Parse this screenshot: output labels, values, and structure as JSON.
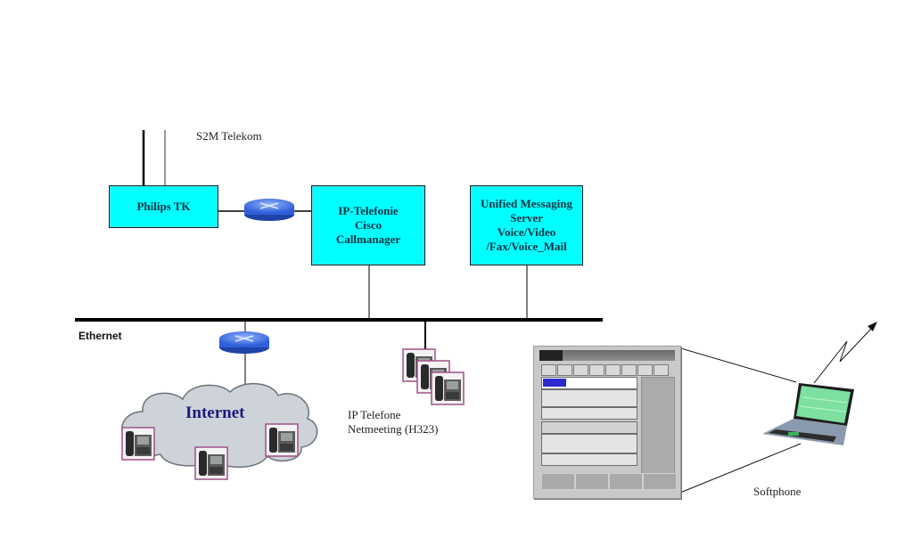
{
  "diagram": {
    "title_label": "S2M Telekom",
    "nodes": {
      "philips": {
        "label": "Philips TK"
      },
      "cisco": {
        "lines": [
          "IP-Telefonie",
          "Cisco",
          "Callmanager"
        ]
      },
      "ums": {
        "lines": [
          "Unified Messaging",
          "Server",
          "Voice/Video",
          "/Fax/Voice_Mail"
        ]
      }
    },
    "ethernet_label": "Ethernet",
    "internet_label": "Internet",
    "ip_phones_label": "IP Telefone\nNetmeeting (H323)",
    "softphone_label": "Softphone",
    "icons": {
      "router": "router-icon",
      "ip_phone": "ip-phone-icon",
      "cloud": "cloud-icon",
      "laptop": "laptop-icon",
      "wireless": "wireless-link-icon",
      "softphone_window": "softphone-window-icon"
    },
    "colors": {
      "box_fill": "#00ffff",
      "box_text": "#123344",
      "router": "#3d6fe0",
      "cloud": "#cdd3d8",
      "phone_frame": "#a0508a",
      "internet_text": "#1a1a7a",
      "laptop_screen": "#7de0a0"
    }
  }
}
